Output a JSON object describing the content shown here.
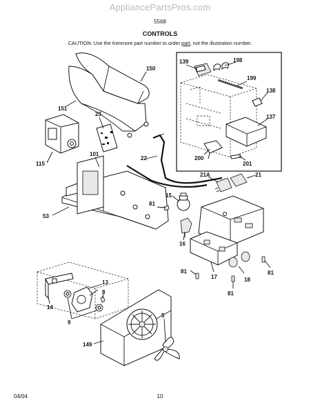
{
  "header": {
    "watermark": "AppliancePartsPros.com",
    "model": "5568",
    "title": "CONTROLS",
    "caution_part1": "CAUTION: Use the Kenmore part number to order ",
    "caution_underlined": "part",
    "caution_part2": ", not the illustration number."
  },
  "labels": {
    "l150": "150",
    "l151": "151",
    "l23": "23",
    "l115": "115",
    "l101": "101",
    "l22": "22",
    "l53": "53",
    "l15": "15",
    "l81a": "81",
    "l16": "16",
    "l21A": "21A",
    "l21": "21",
    "l17": "17",
    "l18": "18",
    "l81b": "81",
    "l81c": "81",
    "l81d": "81",
    "l13": "13",
    "l14": "14",
    "l8": "8",
    "l9": "9",
    "l5": "5",
    "l149": "149",
    "l139": "139",
    "l198": "198",
    "l199": "199",
    "l138": "138",
    "l137": "137",
    "l200": "200",
    "l201": "201"
  },
  "footer": {
    "date": "04/04",
    "page": "10"
  }
}
